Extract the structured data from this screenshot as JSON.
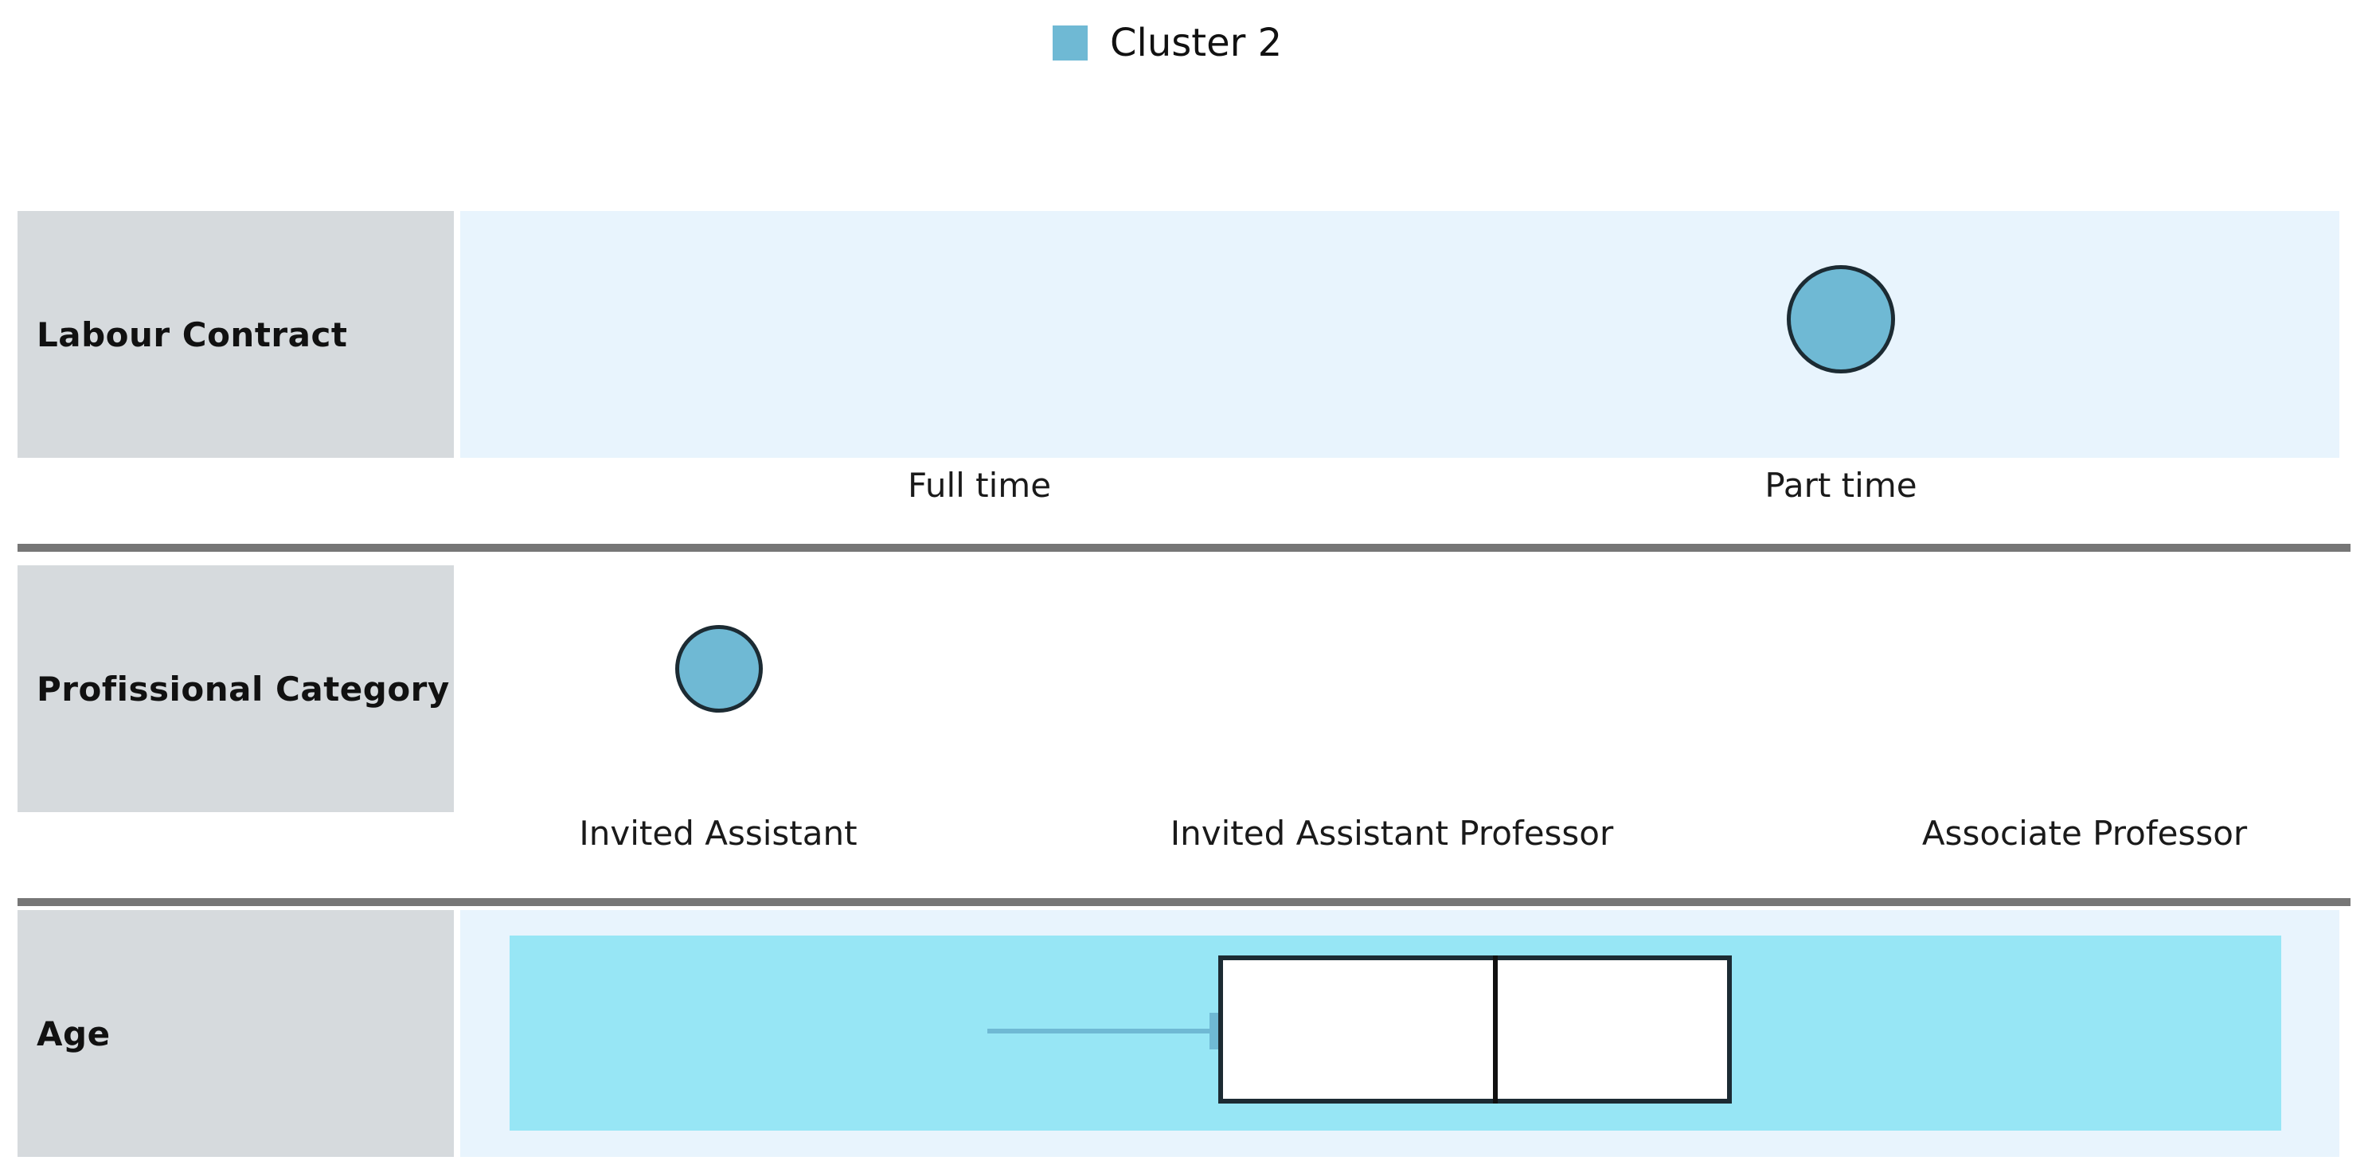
{
  "legend": {
    "items": [
      {
        "label": "Cluster 2",
        "color": "#6fb9d4",
        "swatch_icon": "square-swatch-icon"
      }
    ]
  },
  "rows": [
    {
      "id": "labour-contract",
      "label": "Labour Contract",
      "band_color": "#e8f4fd",
      "marker_color": "#6fb9d4",
      "tick_labels": [
        "Full time",
        "Part time"
      ]
    },
    {
      "id": "profissional-category",
      "label": "Profissional Category",
      "band_color": "#ffffff",
      "marker_color": "#6fb9d4",
      "tick_labels": [
        "Invited Assistant",
        "Invited Assistant Professor",
        "Associate Professor"
      ]
    },
    {
      "id": "age",
      "label": "Age",
      "band_color": "#e8f4fd",
      "inner_band_color": "#97e6f5",
      "marker_color": "#6fb9d4",
      "tick_labels": []
    }
  ],
  "chart_data": {
    "type": "bar",
    "title": "",
    "subtitle": "",
    "xlabel": "",
    "ylabel": "",
    "legend_position": "top-center",
    "grid": false,
    "series": [
      {
        "name": "Cluster 2",
        "color": "#6fb9d4"
      }
    ],
    "panels": [
      {
        "name": "Labour Contract",
        "type": "categorical-bubble",
        "categories": [
          "Full time",
          "Part time"
        ],
        "values": [
          0,
          1
        ],
        "bubbles": [
          {
            "category": "Part time",
            "size": 136,
            "color": "#6fb9d4"
          }
        ],
        "highlight_band": true,
        "highlight_color": "#e8f4fd"
      },
      {
        "name": "Profissional Category",
        "type": "categorical-bubble",
        "categories": [
          "Invited Assistant",
          "Invited Assistant Professor",
          "Associate Professor"
        ],
        "values": [
          1,
          0,
          0
        ],
        "bubbles": [
          {
            "category": "Invited Assistant",
            "size": 110,
            "color": "#6fb9d4"
          }
        ],
        "highlight_band": false,
        "highlight_color": "#ffffff"
      },
      {
        "name": "Age",
        "type": "boxplot",
        "highlight_band": true,
        "highlight_color": "#97e6f5",
        "box_left_frac": 0.403,
        "box_right_frac": 0.677,
        "median_frac": 0.55,
        "whisker_low_frac": 0.28,
        "whisker_high_frac": 0.573,
        "box_fill": "#ffffff",
        "box_stroke": "#1c2b33",
        "whisker_color": "#6fb9d4"
      }
    ]
  }
}
